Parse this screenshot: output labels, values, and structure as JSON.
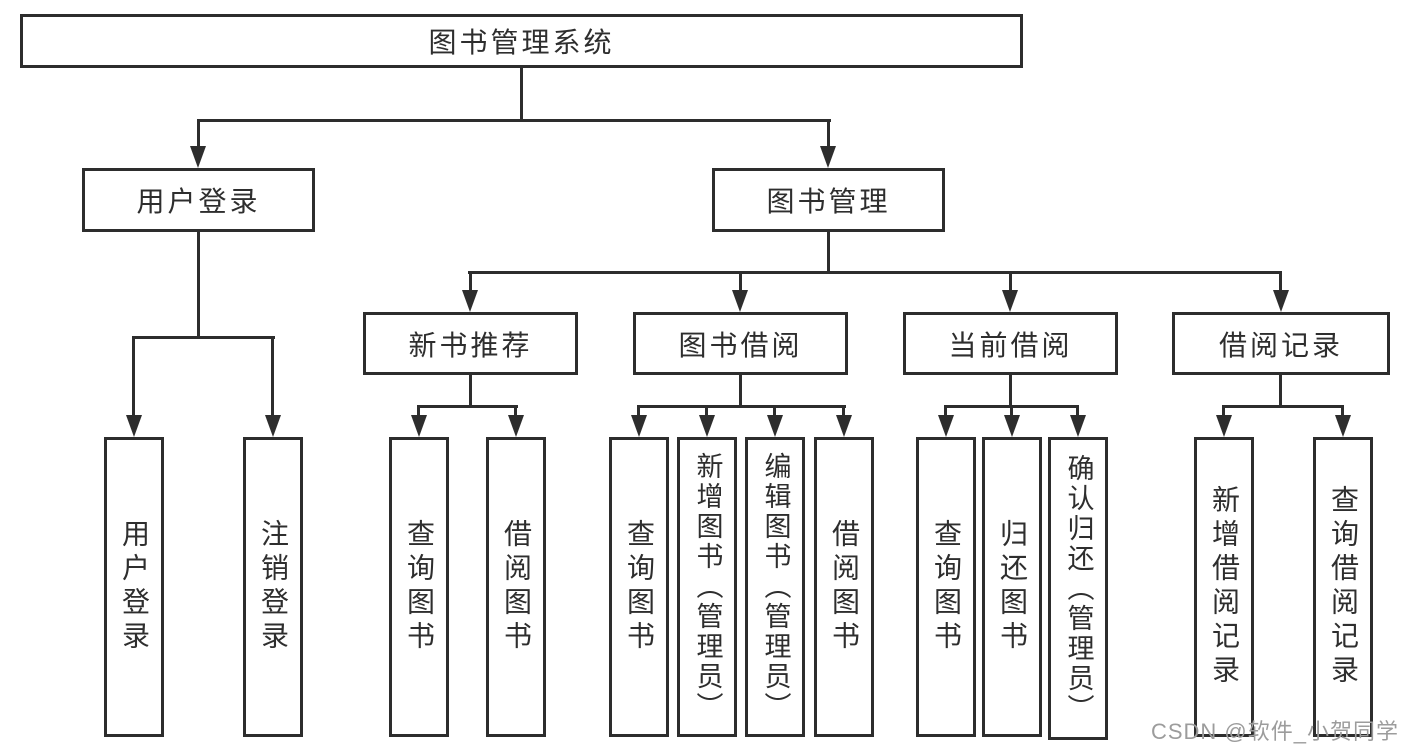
{
  "colors": {
    "line": "#2d2d2d",
    "text": "#2e2e2e",
    "watermark_color": "#9c9c9c",
    "background": "#ffffff"
  },
  "watermark": {
    "text": "CSDN @软件_小贺同学"
  },
  "tree": {
    "label": "图书管理系统",
    "children": [
      {
        "label": "用户登录",
        "children": [
          {
            "label": "用户登录"
          },
          {
            "label": "注销登录"
          }
        ]
      },
      {
        "label": "图书管理",
        "children": [
          {
            "label": "新书推荐",
            "children": [
              {
                "label": "查询图书"
              },
              {
                "label": "借阅图书"
              }
            ]
          },
          {
            "label": "图书借阅",
            "children": [
              {
                "label": "查询图书"
              },
              {
                "label": "新增图书（管理员）"
              },
              {
                "label": "编辑图书（管理员）"
              },
              {
                "label": "借阅图书"
              }
            ]
          },
          {
            "label": "当前借阅",
            "children": [
              {
                "label": "查询图书"
              },
              {
                "label": "归还图书"
              },
              {
                "label": "确认归还（管理员）"
              }
            ]
          },
          {
            "label": "借阅记录",
            "children": [
              {
                "label": "新增借阅记录"
              },
              {
                "label": "查询借阅记录"
              }
            ]
          }
        ]
      }
    ]
  }
}
